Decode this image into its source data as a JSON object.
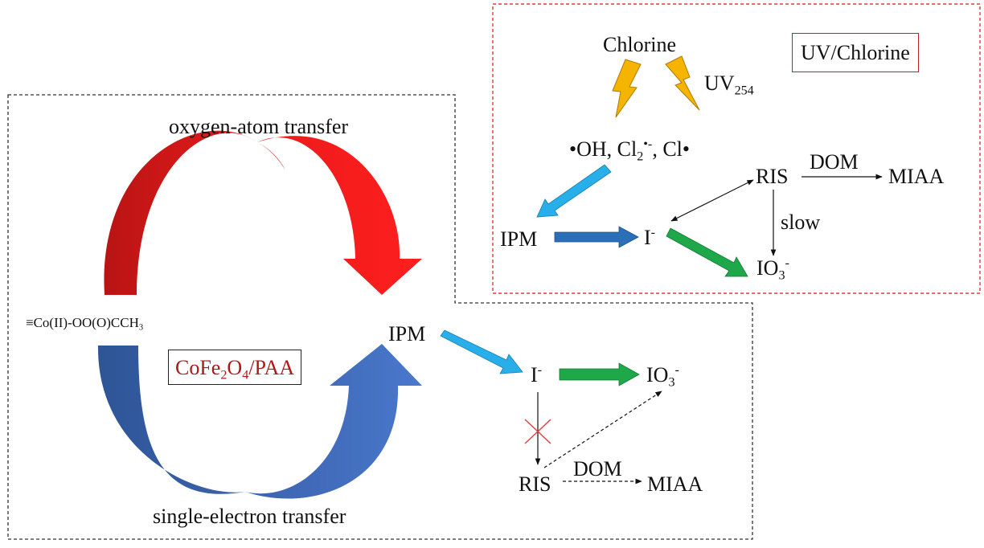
{
  "uv_chlorine": {
    "title": "UV/Chlorine",
    "chlorine": "Chlorine",
    "uv": {
      "base": "UV",
      "sub": "254"
    },
    "radicals": {
      "p1": "•OH, Cl",
      "sub": "2",
      "sup": "•-",
      "p2": ", Cl•"
    },
    "ipm": "IPM",
    "iodide": {
      "base": "I",
      "sup": "-"
    },
    "iodate": {
      "base": "IO",
      "sub": "3",
      "sup": "-"
    },
    "ris": "RIS",
    "dom": "DOM",
    "miaa": "MIAA",
    "slow": "slow"
  },
  "cofe_paa": {
    "title": {
      "p1": "CoFe",
      "sub1": "2",
      "p2": "O",
      "sub2": "4",
      "p3": "/PAA"
    },
    "oxygen_transfer": "oxygen-atom transfer",
    "electron_transfer": "single-electron transfer",
    "cobalt_species": {
      "p1": "≡Co(II)-OO(O)CCH",
      "sub": "3"
    },
    "ipm": "IPM",
    "iodide": {
      "base": "I",
      "sup": "-"
    },
    "iodate": {
      "base": "IO",
      "sub": "3",
      "sup": "-"
    },
    "ris": "RIS",
    "dom": "DOM",
    "miaa": "MIAA"
  },
  "colors": {
    "red_arrow": "#e81b1b",
    "blue_arrow": "#3e68b8",
    "light_blue_arrow": "#28aee8",
    "dark_blue_arrow": "#2a6fb8",
    "green_arrow": "#1fa84a",
    "lightning": "#f4b400",
    "red_cross": "#e84040",
    "uv_box_border": "#e23a3a"
  }
}
